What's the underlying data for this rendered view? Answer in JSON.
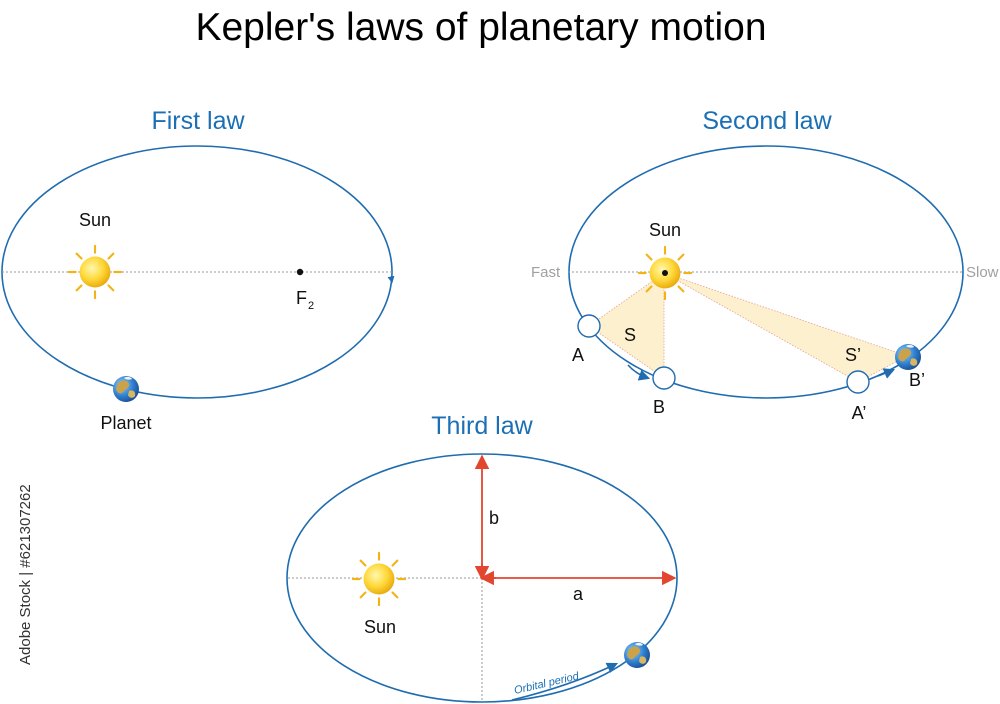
{
  "title": "Kepler's laws of planetary motion",
  "first_law": {
    "heading": "First law",
    "sun_label": "Sun",
    "planet_label": "Planet",
    "focus_label": "F",
    "focus_subscript": "2"
  },
  "second_law": {
    "heading": "Second law",
    "sun_label": "Sun",
    "fast_label": "Fast",
    "slow_label": "Slow",
    "point_a": "A",
    "point_b": "B",
    "point_a_prime": "A’",
    "point_b_prime": "B’",
    "area_s": "S",
    "area_s_prime": "S’"
  },
  "third_law": {
    "heading": "Third law",
    "sun_label": "Sun",
    "semi_minor_label": "b",
    "semi_major_label": "a",
    "period_label": "Orbital period"
  },
  "watermark": "Adobe Stock | #621307262",
  "colors": {
    "law_title": "#1a6fb5",
    "orbit": "#1f6cb0",
    "arrow_red": "#e2462f",
    "sun": "#f6c21b",
    "sector_fill": "#fdf0cf"
  }
}
